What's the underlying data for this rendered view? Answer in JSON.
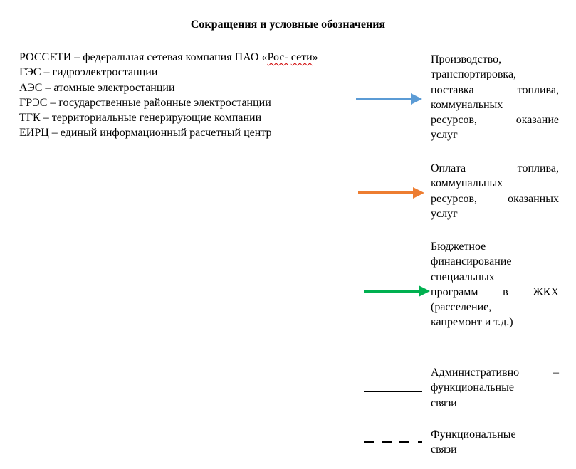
{
  "title": "Сокращения и условные обозначения",
  "abbreviations": [
    {
      "text_a": "РОССЕТИ – федеральная сетевая компания ПАО «",
      "spell_a": "Рос-",
      "spell_b": "сети",
      "text_b": "»"
    },
    {
      "text": "ГЭС – гидроэлектростанции"
    },
    {
      "text": "АЭС – атомные электростанции"
    },
    {
      "text": "ГРЭС – государственные районные электростанции"
    },
    {
      "text": "ТГК – территориальные генерирующие компании"
    },
    {
      "text": "ЕИРЦ – единый информационный расчетный центр"
    }
  ],
  "legend": [
    {
      "type": "arrow",
      "color": "#5b9bd5",
      "lines": [
        "Производство,",
        "транспортировка,",
        "поставка топлива,",
        "коммунальных",
        "ресурсов, оказание",
        "услуг"
      ]
    },
    {
      "type": "arrow",
      "color": "#ed7d31",
      "lines": [
        "Оплата топлива,",
        "коммунальных",
        "ресурсов, оказанных",
        "услуг"
      ]
    },
    {
      "type": "arrow",
      "color": "#00b050",
      "lines": [
        "Бюджетное",
        "финансирование",
        "специальных",
        "программ в ЖКХ",
        "(расселение,",
        "капремонт и т.д.)"
      ]
    },
    {
      "type": "solid-line",
      "color": "#000000",
      "lines": [
        "Административно –",
        "функциональные",
        "связи"
      ]
    },
    {
      "type": "dashed-line",
      "color": "#000000",
      "lines": [
        "Функциональные",
        "связи"
      ]
    }
  ]
}
